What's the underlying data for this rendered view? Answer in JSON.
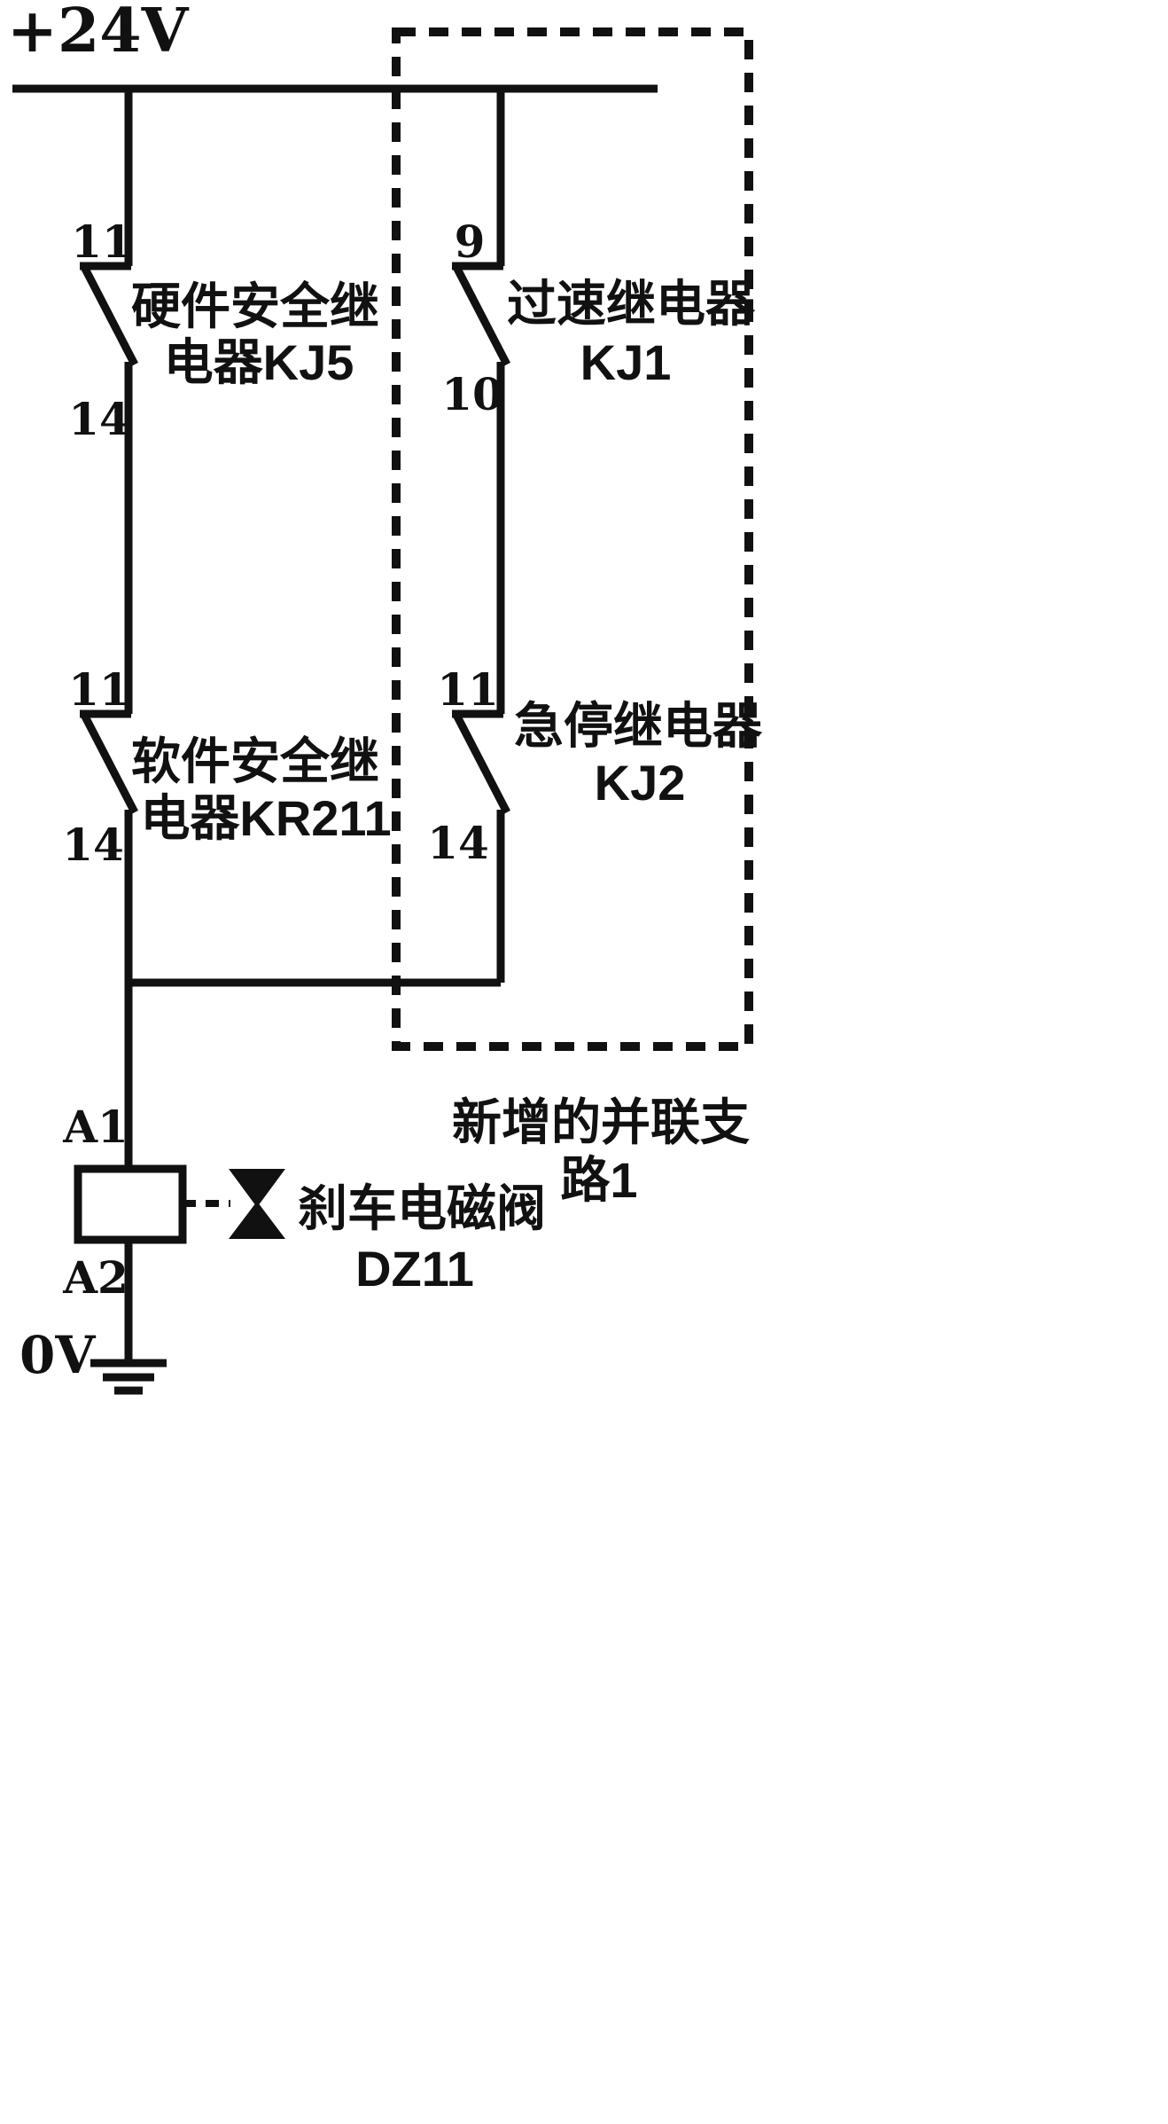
{
  "diagram": {
    "supply_label": "+24V",
    "ground_label": "0V",
    "left_branch": {
      "kj5": {
        "terminal_top": "11",
        "terminal_bottom": "14",
        "name_line1": "硬件安全继",
        "name_line2": "电器KJ5"
      },
      "kr211": {
        "terminal_top": "11",
        "terminal_bottom": "14",
        "name_line1": "软件安全继",
        "name_line2": "电器KR211"
      },
      "coil": {
        "terminal_top": "A1",
        "terminal_bottom": "A2"
      }
    },
    "right_branch": {
      "kj1": {
        "terminal_top": "9",
        "terminal_bottom": "10",
        "name_line1": "过速继电器",
        "name_line2": "KJ1"
      },
      "kj2": {
        "terminal_top": "11",
        "terminal_bottom": "14",
        "name_line1": "急停继电器",
        "name_line2": "KJ2"
      },
      "caption_line1": "新增的并联支",
      "caption_line2": "路1"
    },
    "valve": {
      "name_line1": "刹车电磁阀",
      "name_line2": "DZ11"
    },
    "colors": {
      "ink": "#111111",
      "background": "#ffffff"
    }
  }
}
